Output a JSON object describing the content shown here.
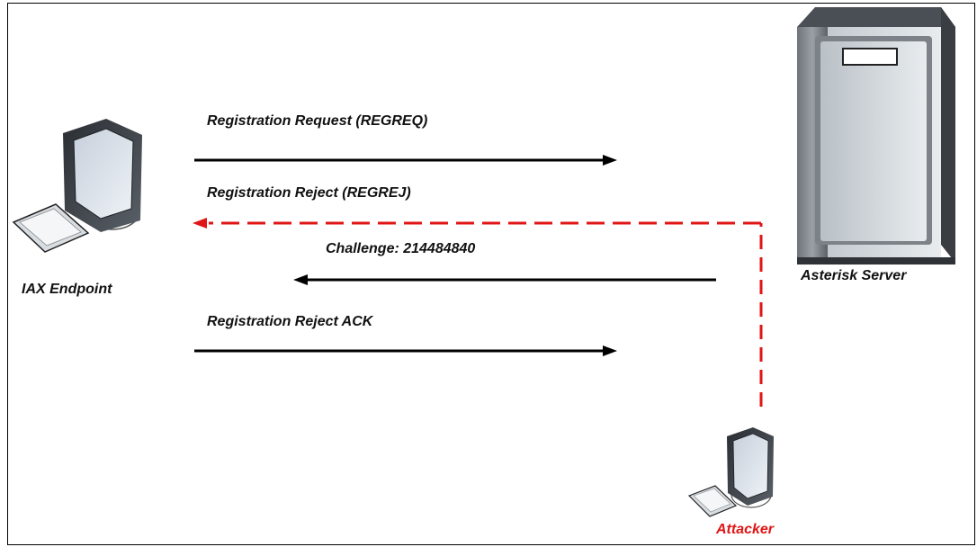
{
  "messages": {
    "regreq": "Registration Request (REGREQ)",
    "regrej": "Registration Reject (REGREJ)",
    "challenge": "Challenge: 214484840",
    "regrej_ack": "Registration Reject ACK"
  },
  "nodes": {
    "endpoint": "IAX Endpoint",
    "server": "Asterisk Server",
    "attacker": "Attacker"
  },
  "colors": {
    "arrow": "#000000",
    "attack": "#e01515",
    "attacker_label": "#e01515"
  },
  "icons": {
    "endpoint": "desktop-computer-icon",
    "server": "tower-server-icon",
    "attacker": "desktop-computer-icon"
  }
}
